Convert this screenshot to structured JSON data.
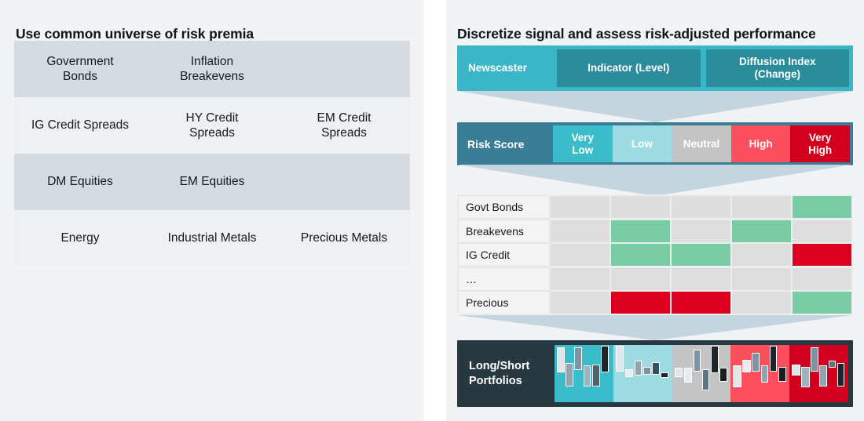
{
  "left": {
    "title": "Use common universe of risk premia",
    "rows": [
      [
        "Government\nBonds",
        "Inflation\nBreakevens",
        ""
      ],
      [
        "IG Credit Spreads",
        "HY Credit\nSpreads",
        "EM Credit\nSpreads"
      ],
      [
        "DM Equities",
        "EM Equities",
        ""
      ],
      [
        "Energy",
        "Industrial Metals",
        "Precious Metals"
      ]
    ]
  },
  "right": {
    "title": "Discretize signal and assess risk-adjusted performance",
    "sources": {
      "newscaster": "Newscaster",
      "indicator": "Indicator (Level)",
      "diffusion": "Diffusion Index\n(Change)"
    },
    "risk": {
      "label": "Risk Score",
      "buckets": [
        {
          "label": "Very\nLow",
          "color": "#3bbcca"
        },
        {
          "label": "Low",
          "color": "#9fdbe3"
        },
        {
          "label": "Neutral",
          "color": "#c4c4c4"
        },
        {
          "label": "High",
          "color": "#fc4f5e"
        },
        {
          "label": "Very\nHigh",
          "color": "#d2001e"
        }
      ]
    },
    "grid": {
      "rows": [
        {
          "label": "Govt Bonds",
          "cells": [
            "neutral",
            "neutral",
            "neutral",
            "neutral",
            "green"
          ]
        },
        {
          "label": "Breakevens",
          "cells": [
            "neutral",
            "green",
            "neutral",
            "green",
            "neutral"
          ]
        },
        {
          "label": "IG Credit",
          "cells": [
            "neutral",
            "green",
            "green",
            "neutral",
            "red"
          ]
        },
        {
          "label": "…",
          "cells": [
            "neutral",
            "neutral",
            "neutral",
            "neutral",
            "neutral"
          ]
        },
        {
          "label": "Precious",
          "cells": [
            "neutral",
            "red",
            "red",
            "neutral",
            "green"
          ]
        }
      ]
    },
    "portfolios": {
      "label": "Long/Short\nPortfolios",
      "panels": [
        {
          "bg": "#3bbcca",
          "bars": [
            {
              "x": 4,
              "y": 4,
              "w": 13,
              "h": 44,
              "fill": "#dfe7ea"
            },
            {
              "x": 19,
              "y": 32,
              "w": 13,
              "h": 40,
              "fill": "#8fa4b0"
            },
            {
              "x": 34,
              "y": 4,
              "w": 13,
              "h": 40,
              "fill": "#7e94a3"
            },
            {
              "x": 49,
              "y": 36,
              "w": 13,
              "h": 36,
              "fill": "#9fb3bd"
            },
            {
              "x": 64,
              "y": 34,
              "w": 13,
              "h": 38,
              "fill": "#4e6270"
            },
            {
              "x": 79,
              "y": 2,
              "w": 13,
              "h": 46,
              "fill": "#1c252b"
            }
          ]
        },
        {
          "bg": "#9fdbe3",
          "bars": [
            {
              "x": 4,
              "y": 2,
              "w": 14,
              "h": 44,
              "fill": "#dfe7ea"
            },
            {
              "x": 20,
              "y": 42,
              "w": 14,
              "h": 14,
              "fill": "#e6edf0"
            },
            {
              "x": 36,
              "y": 28,
              "w": 13,
              "h": 26,
              "fill": "#8fa4b0"
            },
            {
              "x": 51,
              "y": 38,
              "w": 13,
              "h": 14,
              "fill": "#7e94a3"
            },
            {
              "x": 66,
              "y": 30,
              "w": 13,
              "h": 22,
              "fill": "#35525f"
            },
            {
              "x": 81,
              "y": 48,
              "w": 13,
              "h": 10,
              "fill": "#1c252b"
            }
          ]
        },
        {
          "bg": "#c4c4c4",
          "bars": [
            {
              "x": 4,
              "y": 40,
              "w": 14,
              "h": 16,
              "fill": "#dfe7ea"
            },
            {
              "x": 20,
              "y": 40,
              "w": 14,
              "h": 26,
              "fill": "#e6edf0"
            },
            {
              "x": 36,
              "y": 8,
              "w": 13,
              "h": 38,
              "fill": "#7e94a3"
            },
            {
              "x": 51,
              "y": 42,
              "w": 13,
              "h": 38,
              "fill": "#5d7683"
            },
            {
              "x": 66,
              "y": 2,
              "w": 13,
              "h": 48,
              "fill": "#1c252b"
            },
            {
              "x": 81,
              "y": 40,
              "w": 13,
              "h": 24,
              "fill": "#18201f"
            }
          ]
        },
        {
          "bg": "#fc4f5e",
          "bars": [
            {
              "x": 4,
              "y": 36,
              "w": 14,
              "h": 38,
              "fill": "#dfe7ea"
            },
            {
              "x": 20,
              "y": 26,
              "w": 14,
              "h": 22,
              "fill": "#e6edf0"
            },
            {
              "x": 36,
              "y": 14,
              "w": 13,
              "h": 32,
              "fill": "#7e94a3"
            },
            {
              "x": 51,
              "y": 36,
              "w": 13,
              "h": 30,
              "fill": "#8fa4b0"
            },
            {
              "x": 66,
              "y": 2,
              "w": 13,
              "h": 44,
              "fill": "#1c252b"
            },
            {
              "x": 81,
              "y": 38,
              "w": 13,
              "h": 26,
              "fill": "#18201f"
            }
          ]
        },
        {
          "bg": "#d2001e",
          "bars": [
            {
              "x": 4,
              "y": 34,
              "w": 14,
              "h": 20,
              "fill": "#dfe7ea"
            },
            {
              "x": 20,
              "y": 38,
              "w": 14,
              "h": 36,
              "fill": "#9fb3bd"
            },
            {
              "x": 36,
              "y": 4,
              "w": 13,
              "h": 42,
              "fill": "#7e94a3"
            },
            {
              "x": 51,
              "y": 36,
              "w": 13,
              "h": 36,
              "fill": "#8fa4b0"
            },
            {
              "x": 66,
              "y": 28,
              "w": 13,
              "h": 12,
              "fill": "#5d7683"
            },
            {
              "x": 81,
              "y": 32,
              "w": 13,
              "h": 40,
              "fill": "#1c252b"
            }
          ]
        }
      ]
    }
  }
}
